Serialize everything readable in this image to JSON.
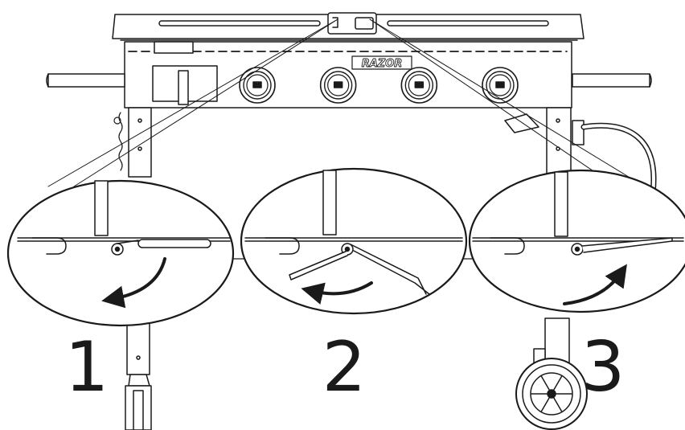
{
  "diagram": {
    "brand_label": "RAZOR",
    "burner_knob_count": 4,
    "colors": {
      "line": "#1a1a1a",
      "fill": "#ffffff",
      "shade": "#d9d9d9"
    },
    "steps": [
      {
        "number": "1",
        "arrow_direction": "counterclockwise",
        "latch_state": "closed"
      },
      {
        "number": "2",
        "arrow_direction": "counterclockwise",
        "latch_state": "open"
      },
      {
        "number": "3",
        "arrow_direction": "clockwise",
        "latch_state": "closed"
      }
    ]
  }
}
